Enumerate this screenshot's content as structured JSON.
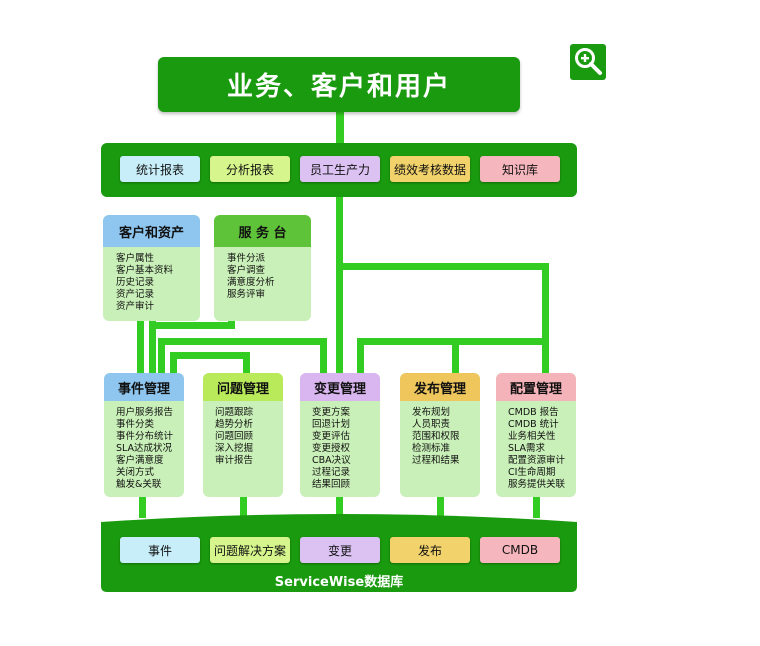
{
  "title": "业务、客户和用户",
  "zoom_button": {
    "icon": "zoom-in-icon"
  },
  "reports": [
    {
      "label": "统计报表",
      "color": "#c8eefa"
    },
    {
      "label": "分析报表",
      "color": "#d6f58c"
    },
    {
      "label": "员工生产力",
      "color": "#dcc2f2"
    },
    {
      "label": "绩效考核数据",
      "color": "#f1d26b"
    },
    {
      "label": "知识库",
      "color": "#f6b6bd"
    }
  ],
  "customer_assets": {
    "title": "客户和资产",
    "items": [
      "客户属性",
      "客户基本资料",
      "历史记录",
      "资产记录",
      "资产审计"
    ]
  },
  "service_desk": {
    "title": "服 务 台",
    "items": [
      "事件分派",
      "客户调查",
      "满意度分析",
      "服务评审"
    ]
  },
  "modules": [
    {
      "title": "事件管理",
      "color": "#8ec6f0",
      "items": [
        "用户服务报告",
        "事件分类",
        "事件分布统计",
        "SLA达成状况",
        "客户满意度",
        "关闭方式",
        "触发&关联"
      ]
    },
    {
      "title": "问题管理",
      "color": "#b8ea5a",
      "items": [
        "问题跟踪",
        "趋势分析",
        "问题回顾",
        "深入挖掘",
        "审计报告"
      ]
    },
    {
      "title": "变更管理",
      "color": "#d9b6f0",
      "items": [
        "变更方案",
        "回退计划",
        "变更评估",
        "变更授权",
        "CBA决议",
        "过程记录",
        "结果回顾"
      ]
    },
    {
      "title": "发布管理",
      "color": "#eec65c",
      "items": [
        "发布规划",
        "人员职责",
        "范围和权限",
        "检测标准",
        "过程和结果"
      ]
    },
    {
      "title": "配置管理",
      "color": "#f3b3b8",
      "items": [
        "CMDB 报告",
        "CMDB 统计",
        "业务相关性",
        "SLA需求",
        "配置资源审计",
        "CI生命周期",
        "服务提供关联"
      ]
    }
  ],
  "database": {
    "label": "ServiceWise数据库",
    "items": [
      {
        "label": "事件",
        "color": "#c8eefa"
      },
      {
        "label": "问题解决方案",
        "color": "#d6f58c"
      },
      {
        "label": "变更",
        "color": "#dcc2f2"
      },
      {
        "label": "发布",
        "color": "#f1d26b"
      },
      {
        "label": "CMDB",
        "color": "#f6b6bd"
      }
    ]
  }
}
